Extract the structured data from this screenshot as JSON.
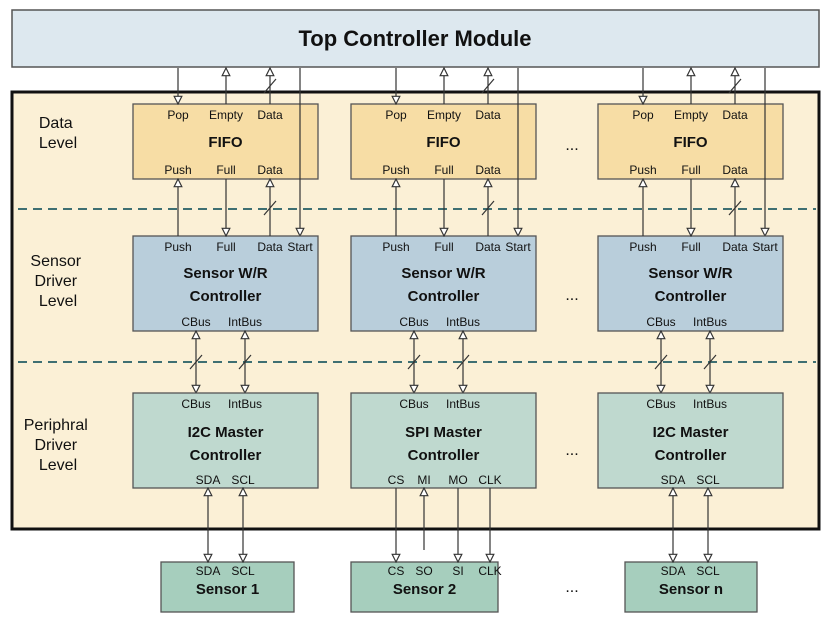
{
  "title": "Top Controller Module",
  "levels": [
    "Data\nLevel",
    "Sensor\nDriver\nLevel",
    "Periphral\nDriver\nLevel"
  ],
  "ellipsis": "...",
  "fifo": {
    "name": "FIFO",
    "top_ports": [
      "Pop",
      "Empty",
      "Data"
    ],
    "bottom_ports": [
      "Push",
      "Full",
      "Data"
    ]
  },
  "driver": {
    "name": "Sensor W/R\nController",
    "top_ports": [
      "Push",
      "Full",
      "Data",
      "Start"
    ],
    "bottom_ports": [
      "CBus",
      "IntBus"
    ]
  },
  "peripherals": [
    {
      "name": "I2C Master\nController",
      "top_ports": [
        "CBus",
        "IntBus"
      ],
      "bottom_ports": [
        "SDA",
        "SCL"
      ]
    },
    {
      "name": "SPI Master\nController",
      "top_ports": [
        "CBus",
        "IntBus"
      ],
      "bottom_ports": [
        "CS",
        "MI",
        "MO",
        "CLK"
      ]
    },
    {
      "name": "I2C Master\nController",
      "top_ports": [
        "CBus",
        "IntBus"
      ],
      "bottom_ports": [
        "SDA",
        "SCL"
      ]
    }
  ],
  "sensors": [
    {
      "name": "Sensor 1",
      "ports": [
        "SDA",
        "SCL"
      ]
    },
    {
      "name": "Sensor 2",
      "ports": [
        "CS",
        "SO",
        "SI",
        "CLK"
      ]
    },
    {
      "name": "Sensor n",
      "ports": [
        "SDA",
        "SCL"
      ]
    }
  ],
  "colors": {
    "top_module": "#dde8ef",
    "frame": "#fbf0d6",
    "fifo": "#f7dda5",
    "driver": "#b9cedb",
    "peripheral": "#bfd9cf",
    "sensor": "#a6cebd",
    "dashes": "#3e6f72"
  }
}
